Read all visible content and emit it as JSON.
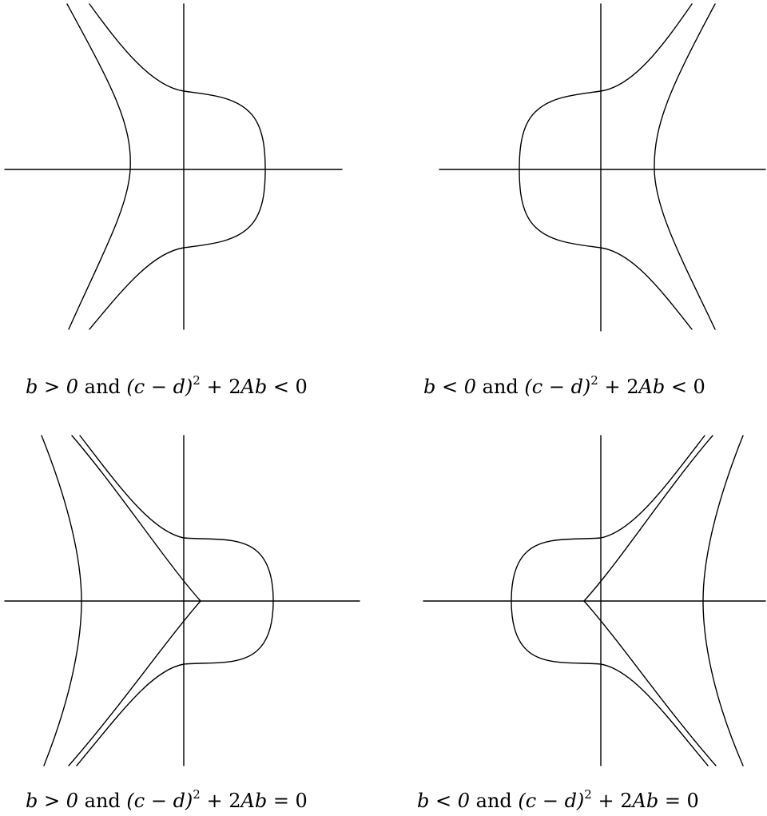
{
  "panels": [
    {
      "caption": "b > 0 and (c − d)² + 2Ab < 0",
      "caption_parts": [
        "b > 0",
        " and ",
        "(c − d)",
        "2",
        " + 2",
        "Ab",
        " < 0"
      ]
    },
    {
      "caption": "b < 0 and (c − d)² + 2Ab < 0",
      "caption_parts": [
        "b < 0",
        " and ",
        "(c − d)",
        "2",
        " + 2",
        "Ab",
        " < 0"
      ]
    },
    {
      "caption": "b > 0 and (c − d)² + 2Ab = 0",
      "caption_parts": [
        "b > 0",
        " and ",
        "(c − d)",
        "2",
        " + 2",
        "Ab",
        " = 0"
      ]
    },
    {
      "caption": "b < 0 and (c − d)² + 2Ab = 0",
      "caption_parts": [
        "b < 0",
        " and ",
        "(c − d)",
        "2",
        " + 2",
        "Ab",
        " = 0"
      ]
    }
  ],
  "colors": {
    "stroke": "#000000",
    "background": "#ffffff"
  }
}
